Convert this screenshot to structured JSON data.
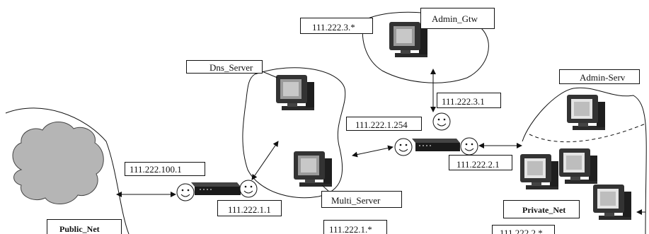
{
  "labels": {
    "admin_gtw": "Admin_Gtw",
    "net_admin": "111.222.3.*",
    "dns_server": "Dns_Server",
    "admin_serv": "Admin-Serv",
    "ip_admin_gw": "111.222.3.1",
    "ip_dmz_gw": "111.222.1.254",
    "ip_public_gw": "111.222.100.1",
    "ip_private_gw": "111.222.2.1",
    "ip_dmz_fw": "111.222.1.1",
    "multi_server": "Multi_Server",
    "private_net": "Private_Net",
    "public_net": "Public_Net",
    "net_dmz": "111.222.1.*",
    "net_private": "111.222.2.*"
  }
}
